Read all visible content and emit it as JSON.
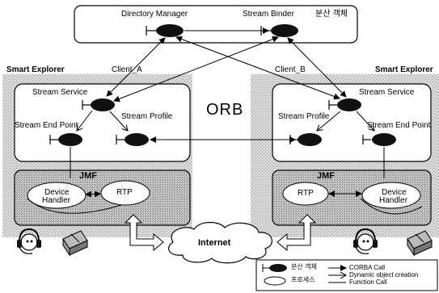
{
  "top_box": {
    "directory_manager": "Directory Manager",
    "stream_binder": "Stream Binder",
    "distributed_object": "분산 객체"
  },
  "client_a": {
    "smart_explorer": "Smart Explorer",
    "name": "Client_A",
    "stream_service": "Stream Service",
    "stream_end_point": "Stream End Point",
    "stream_profile": "Stream Profile",
    "jmf": "JMF",
    "device_handler_line1": "Device",
    "device_handler_line2": "Handler",
    "rtp": "RTP"
  },
  "client_b": {
    "smart_explorer": "Smart Explorer",
    "name": "Client_B",
    "stream_service": "Stream Service",
    "stream_profile": "Stream Profile",
    "stream_end_point": "Stream End Point",
    "jmf": "JMF",
    "rtp": "RTP",
    "device_handler_line1": "Device",
    "device_handler_line2": "Handler"
  },
  "orb": "ORB",
  "internet": "Internet",
  "legend": {
    "object_label": "분산 객체",
    "process_label": "프로세스",
    "corba_call": "CORBA Call",
    "dynamic_creation": "Dynamic object creation",
    "function_call": "Function Call"
  }
}
